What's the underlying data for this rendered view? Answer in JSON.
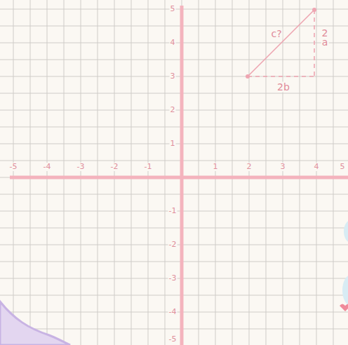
{
  "diagram": {
    "labels": [
      "-5",
      "-4",
      "-3",
      "-2",
      "-1",
      "1",
      "2",
      "3",
      "4",
      "5",
      "5",
      "4",
      "3",
      "2",
      "1",
      "-1",
      "-2",
      "-3",
      "-4",
      "-5",
      "c?",
      "2",
      "a",
      "2b"
    ]
  }
}
